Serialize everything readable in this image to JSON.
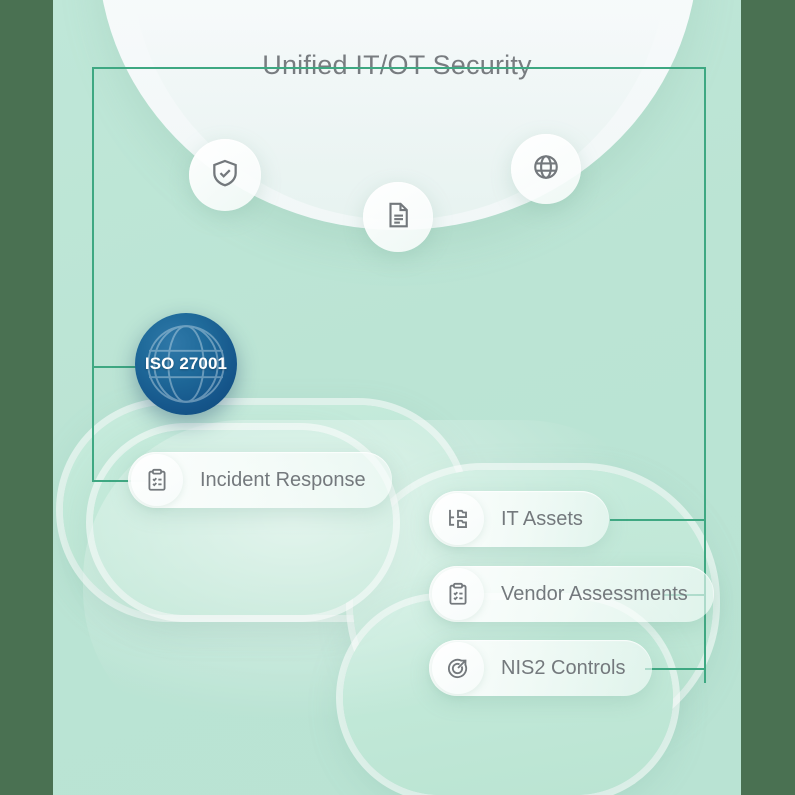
{
  "header": {
    "title": "Unified IT/OT Security"
  },
  "colors": {
    "page_background": "#4a7152",
    "card_background": "#bce5d5",
    "connector_line": "#3ea882",
    "text_gray": "#74797d",
    "badge_blue": "#15558a",
    "badge_text": "#ffffff"
  },
  "top_icons": [
    {
      "name": "shield-check-icon",
      "label": "Shield Check"
    },
    {
      "name": "document-icon",
      "label": "Document"
    },
    {
      "name": "globe-icon",
      "label": "Globe"
    }
  ],
  "badge": {
    "icon": "globe-icon",
    "label": "ISO 27001"
  },
  "pills": [
    {
      "icon": "clipboard-check-icon",
      "label": "Incident Response"
    },
    {
      "icon": "folder-tree-icon",
      "label": "IT Assets"
    },
    {
      "icon": "clipboard-check-icon",
      "label": "Vendor Assessments"
    },
    {
      "icon": "target-arrow-icon",
      "label": "NIS2 Controls"
    }
  ]
}
